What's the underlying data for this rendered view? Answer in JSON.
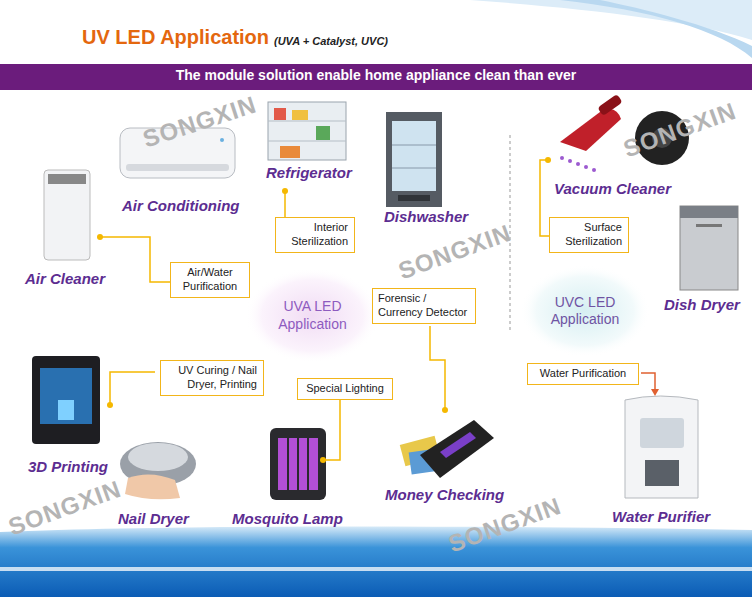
{
  "diagram": {
    "title": "UV LED Application",
    "nodes": [
      {
        "text": [
          "The module solution enable home appliance clean than ever"
        ]
      },
      {
        "text": [
          "Interior Sterilization"
        ]
      },
      {
        "text": [
          "Surface Sterilization"
        ]
      },
      {
        "text": [
          "Air/Water Purification"
        ]
      },
      {
        "text": [
          "UVA LED Application"
        ]
      },
      {
        "text": [
          "Forensic / Currency Detector"
        ]
      },
      {
        "text": [
          "UVC LED Application"
        ]
      },
      {
        "text": [
          "UV Curing / Nail Dryer, Printing"
        ]
      },
      {
        "text": [
          "Water Purification"
        ]
      },
      {
        "text": [
          "Special Lighting"
        ]
      }
    ],
    "labels": [
      "(UVA + Catalyst, UVC)",
      "Air Conditioning",
      "Refrigerator",
      "Dishwasher",
      "Vacuum Cleaner",
      "Air Cleaner",
      "Dish Dryer",
      "3D Printing",
      "Nail Dryer",
      "Mosquito Lamp",
      "Money Checking",
      "Water Purifier",
      "SONGXIN",
      "SONGXIN",
      "SONGXIN",
      "SONGXIN",
      "SONGXIN"
    ]
  }
}
